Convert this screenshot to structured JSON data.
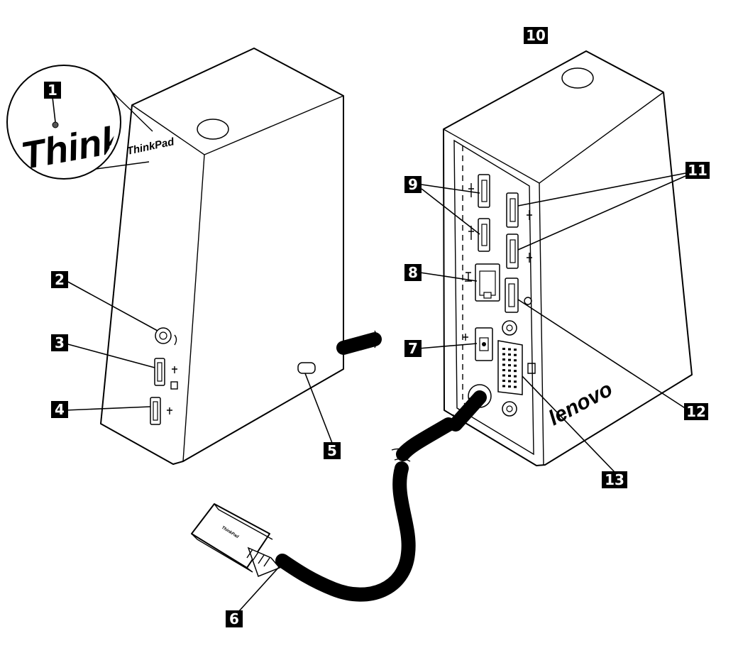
{
  "colors": {
    "ink": "#000000",
    "paper": "#ffffff",
    "callout_fill": "#000000",
    "callout_text": "#ffffff"
  },
  "labels": {
    "front_brand": "ThinkPad",
    "magnifier_brand": "ThinkP",
    "rear_brand": "lenovo",
    "plug_brand": "ThinkPad"
  },
  "callouts": {
    "c1": "1",
    "c2": "2",
    "c3": "3",
    "c4": "4",
    "c5": "5",
    "c6": "6",
    "c7": "7",
    "c8": "8",
    "c9": "9",
    "c10": "10",
    "c11": "11",
    "c12": "12",
    "c13": "13"
  },
  "icons": {
    "audio": "headset-icon",
    "usb": "usb-icon",
    "lan": "ethernet-icon",
    "power": "power-plug-icon",
    "displayport": "displayport-icon",
    "dvi": "dvi-monitor-icon",
    "security": "lock-slot-icon"
  }
}
